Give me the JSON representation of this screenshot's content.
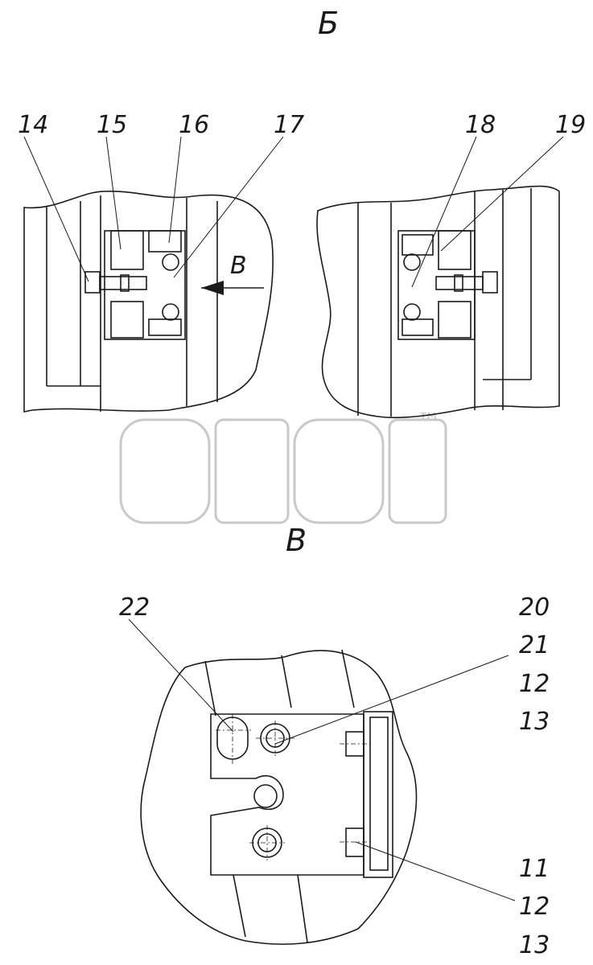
{
  "view_titles": {
    "top": "Б",
    "bottom": "В"
  },
  "arrow_label": "В",
  "callouts_top_left": [
    "14",
    "15",
    "16",
    "17"
  ],
  "callouts_top_right": [
    "18",
    "19"
  ],
  "callouts_bottom_left": [
    "22"
  ],
  "callouts_bottom_right_upper": [
    "20",
    "21",
    "12",
    "13"
  ],
  "callouts_bottom_right_lower": [
    "11",
    "12",
    "13"
  ],
  "watermark": {
    "trademark": "™"
  }
}
